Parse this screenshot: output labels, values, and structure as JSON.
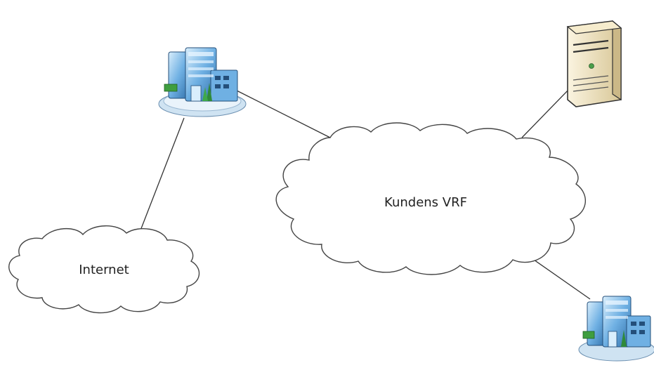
{
  "diagram": {
    "caption": "",
    "clouds": [
      {
        "id": "vrf",
        "label": "Kundens VRF"
      },
      {
        "id": "internet",
        "label": "Internet"
      }
    ],
    "nodes": [
      {
        "id": "office-top",
        "kind": "office-building-icon"
      },
      {
        "id": "server",
        "kind": "server-tower-icon"
      },
      {
        "id": "office-bottom",
        "kind": "office-building-icon"
      }
    ],
    "links": [
      [
        "office-top",
        "vrf"
      ],
      [
        "office-top",
        "internet"
      ],
      [
        "server",
        "vrf"
      ],
      [
        "vrf",
        "office-bottom"
      ]
    ],
    "colors": {
      "building_glass": "#5b9fd6",
      "building_dark": "#2f6ea8",
      "building_light": "#cfe6f7",
      "tree": "#3f9e3f",
      "server_body": "#efe3c2",
      "server_shade": "#b9a577",
      "line": "#333333",
      "cloud_stroke": "#444444"
    }
  }
}
